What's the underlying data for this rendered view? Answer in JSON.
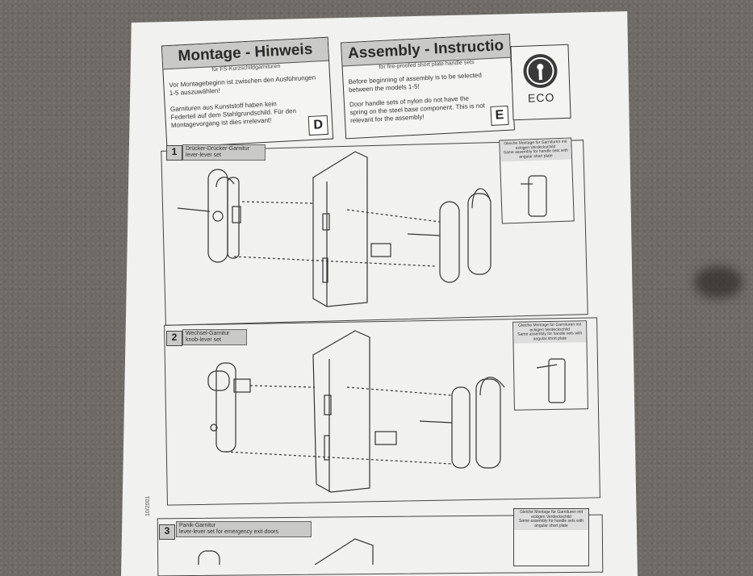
{
  "german": {
    "title": "Montage - Hinweis",
    "subtitle": "für FS-Kurzschildgarnituren",
    "text1": "Vor Montagebeginn ist zwischen den Ausführungen 1-5 auszuwählen!",
    "text2": "Garnituren aus Kunststoff haben kein Federteil auf dem Stahlgrundschild. Für den Montagevorgang ist dies irrelevant!",
    "tag": "D"
  },
  "english": {
    "title": "Assembly - Instructio",
    "subtitle": "for fire-proofed short plate handle sets",
    "text1": "Before beginning of assembly is to be selected between the models 1-5!",
    "text2": "Door handle sets of nylon do not have the spring on the steel base component. This is not relevant for the assembly!",
    "tag": "E"
  },
  "logo": {
    "text": "ECO"
  },
  "steps": [
    {
      "number": "1",
      "label_de": "Drücker-Drücker-Garnitur",
      "label_en": "lever-lever set"
    },
    {
      "number": "2",
      "label_de": "Wechsel-Garnitur",
      "label_en": "knob-lever set"
    },
    {
      "number": "3",
      "label_de": "Panik-Garnitur",
      "label_en": "lever-lever set for emergency exit doors"
    }
  ],
  "side_notes": {
    "de": "Gleiche Montage für Garnituren mit eckigen Verdeckschild",
    "en": "Same assembly for handle sets with angular short plate"
  },
  "doc_number": "10/2001"
}
